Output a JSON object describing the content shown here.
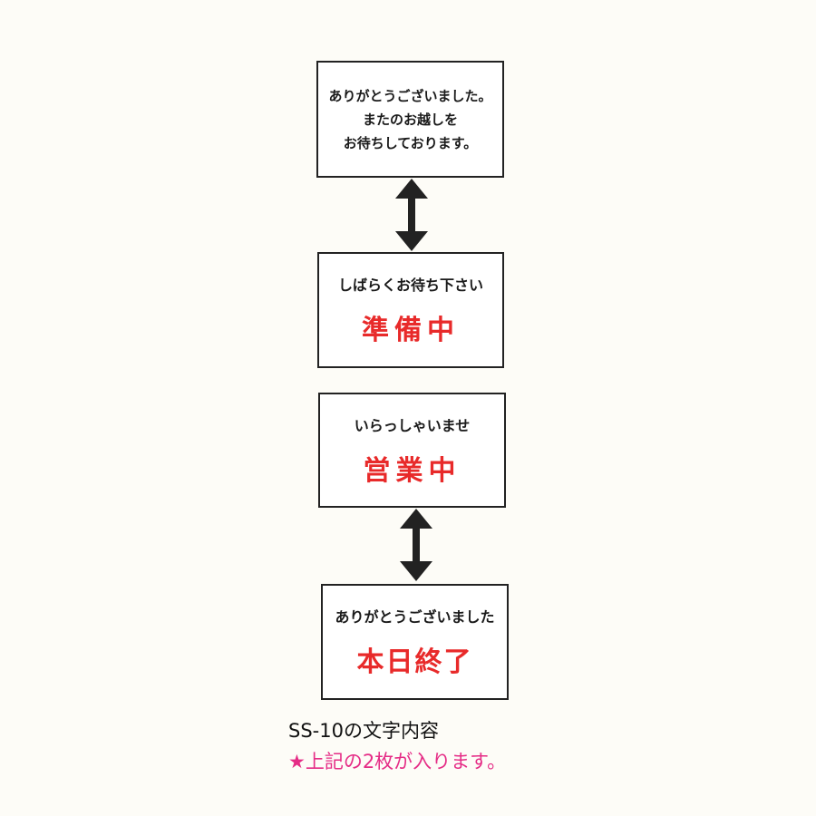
{
  "colors": {
    "accent_red": "#e82a2a",
    "caption_pink": "#e52c86",
    "border": "#222222",
    "arrow": "#222222"
  },
  "cards": [
    {
      "lines": [
        "ありがとうございました。",
        "またのお越しを",
        "お待ちしております。"
      ]
    },
    {
      "lead": "しばらくお待ち下さい",
      "big": "準備中"
    },
    {
      "lead": "いらっしゃいませ",
      "big": "営業中"
    },
    {
      "lead": "ありがとうございました",
      "big": "本日終了"
    }
  ],
  "arrows": [
    {
      "icon": "double-headed-vertical-arrow-icon"
    },
    {
      "icon": "double-headed-vertical-arrow-icon"
    }
  ],
  "caption": {
    "line1": "SS-10の文字内容",
    "line2": "★上記の2枚が入ります。"
  }
}
